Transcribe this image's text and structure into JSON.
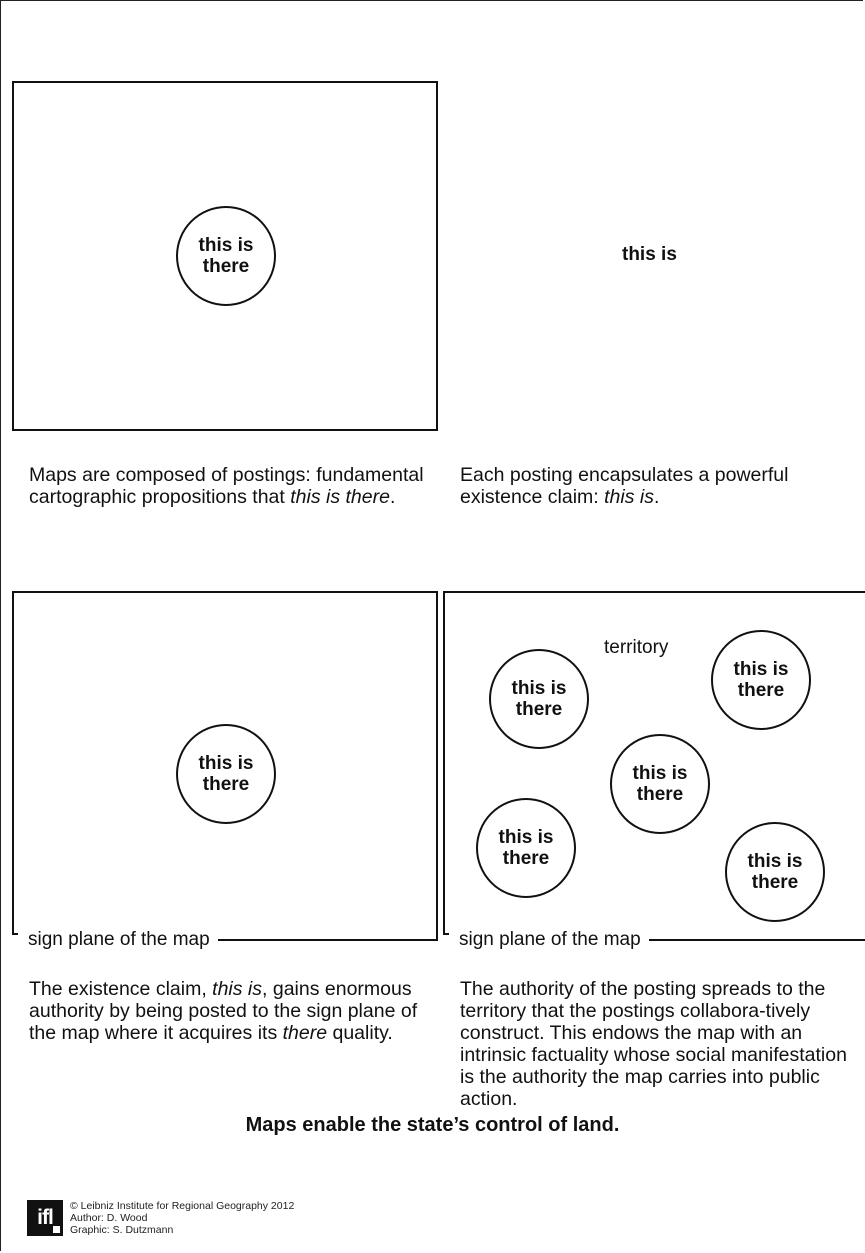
{
  "circle_text": {
    "line1": "this is",
    "line2": "there"
  },
  "panel_tr": {
    "label": "this is"
  },
  "captions": {
    "top_left": {
      "pre": "Maps are composed of postings: fundamental cartographic propositions that ",
      "italic": "this is there",
      "post": "."
    },
    "top_right": {
      "pre": "Each posting encapsulates a powerful existence claim: ",
      "italic": "this is",
      "post": "."
    },
    "bottom_left": {
      "pre": "The existence claim, ",
      "italic1": "this is",
      "mid": ", gains enormous authority by being posted to the sign plane of the map where it acquires its ",
      "italic2": "there",
      "post": " quality."
    },
    "bottom_right": "The authority of the posting spreads to the territory that the postings collabora-tively construct. This endows the map with an intrinsic factuality whose social manifestation is the authority the map carries into public action."
  },
  "sign_plane_label": "sign plane of the map",
  "territory_label": "territory",
  "headline": "Maps enable the state’s control of land.",
  "logo": {
    "text": "ifl"
  },
  "credits": {
    "line1": "© Leibniz Institute for Regional Geography 2012",
    "line2": "Author: D. Wood",
    "line3": "Graphic: S. Dutzmann"
  }
}
